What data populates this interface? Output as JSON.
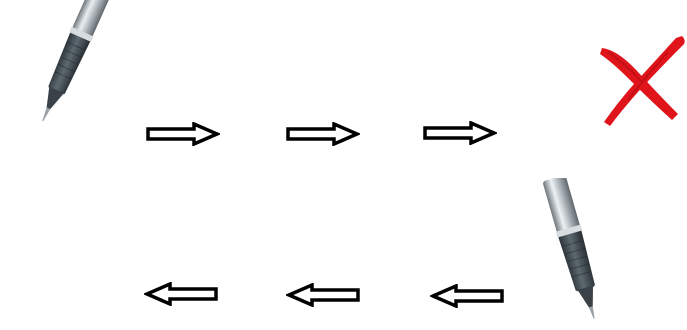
{
  "diagram": {
    "top_row": {
      "direction": "right",
      "arrow_count": 3
    },
    "bottom_row": {
      "direction": "left",
      "arrow_count": 3
    },
    "icons": [
      "pen-icon",
      "arrow-right-icon",
      "arrow-left-icon",
      "red-x-icon"
    ],
    "colors": {
      "background": "#ffffff",
      "arrow_stroke": "#000000",
      "cross": "#e0141b",
      "pen_body": "#8e969c",
      "pen_grip": "#3f4a52"
    }
  }
}
